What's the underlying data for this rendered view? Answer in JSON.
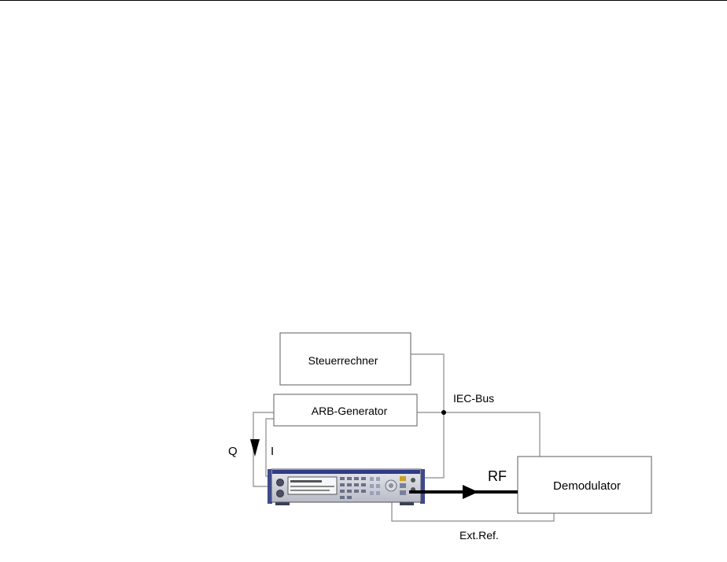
{
  "diagram": {
    "blocks": {
      "controller": "Steuerrechner",
      "arb": "ARB-Generator",
      "demodulator": "Demodulator"
    },
    "labels": {
      "iec_bus": "IEC-Bus",
      "q": "Q",
      "i": "I",
      "rf": "RF",
      "ext_ref": "Ext.Ref."
    },
    "instrument_screen": {
      "line1": "",
      "line2": ""
    }
  }
}
